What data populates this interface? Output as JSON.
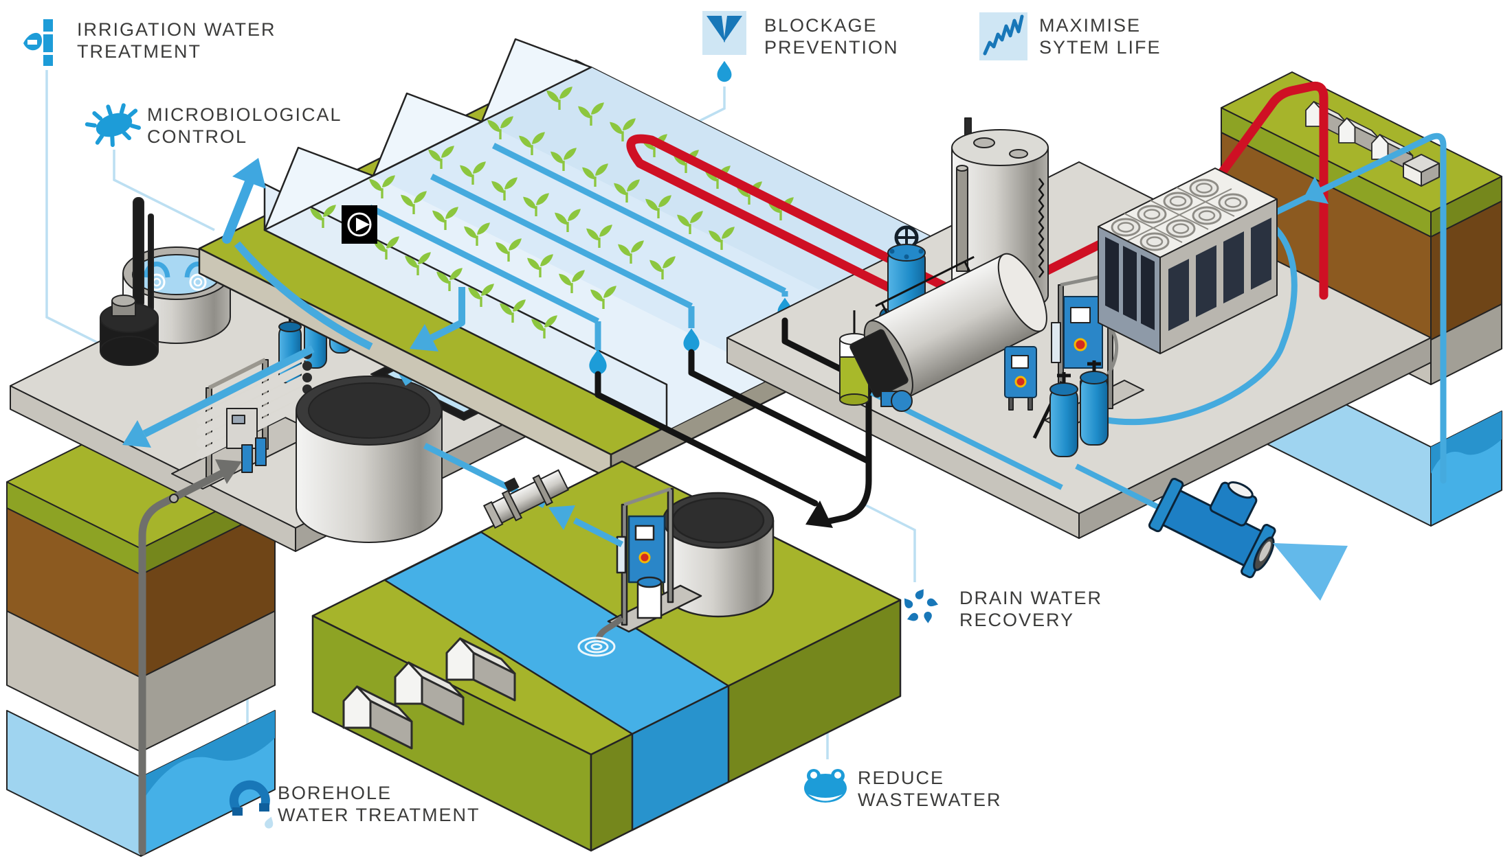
{
  "labels": {
    "irrigation": {
      "l1": "IRRIGATION WATER",
      "l2": "TREATMENT"
    },
    "microbiological": {
      "l1": "MICROBIOLOGICAL",
      "l2": "CONTROL"
    },
    "blockage": {
      "l1": "BLOCKAGE",
      "l2": "PREVENTION"
    },
    "maximise": {
      "l1": "MAXIMISE",
      "l2": "SYTEM LIFE"
    },
    "drain": {
      "l1": "DRAIN WATER",
      "l2": "RECOVERY"
    },
    "borehole": {
      "l1": "BOREHOLE",
      "l2": "WATER TREATMENT"
    },
    "reduce": {
      "l1": "REDUCE",
      "l2": "WASTEWATER"
    }
  },
  "icons": [
    "drip-emitter-icon",
    "bacteria-icon",
    "funnel-drop-icon",
    "line-chart-icon",
    "recycle-drops-icon",
    "magnet-drop-icon",
    "frog-icon",
    "play-icon"
  ],
  "scene": {
    "elements": [
      "greenhouse-with-crops",
      "irrigation-pipes",
      "heating-loop",
      "drip-emitters",
      "left-treatment-platform",
      "aeration-tank",
      "pump",
      "filter-vessels",
      "membrane-skid",
      "storage-tank",
      "water-basin",
      "borehole-ground-section",
      "aquifer",
      "right-plant-platform",
      "buffer-tank",
      "pressure-filter",
      "dosing-canister",
      "boiler",
      "control-panel",
      "treatment-skid",
      "heat-pump-unit",
      "softener-cylinders",
      "water-meter",
      "ground-heat-store",
      "village-houses",
      "surface-water-canal",
      "uv-disinfection-unit",
      "drain-collection-tank",
      "canal-intake"
    ]
  },
  "colors": {
    "brand_blue": "#1d9cd8",
    "deep_blue": "#1877b8",
    "pipe_blue": "#45aade",
    "pale_blue": "#cfe6f4",
    "leader_blue": "#bcdff2",
    "glass": "#d9eaf8",
    "plant_green": "#8cc63e",
    "grass_top": "#a6b42b",
    "grass_side": "#8da324",
    "soil_brown": "#8c5a20",
    "gravel_grey": "#c6c2b9",
    "water_light": "#9fd4f0",
    "water_mid": "#45b0e7",
    "water_dark": "#2893cd",
    "platform_grey": "#dbd9d3",
    "pipe_red": "#cf1024",
    "pipe_black": "#141414",
    "text": "#3b3b3a"
  }
}
